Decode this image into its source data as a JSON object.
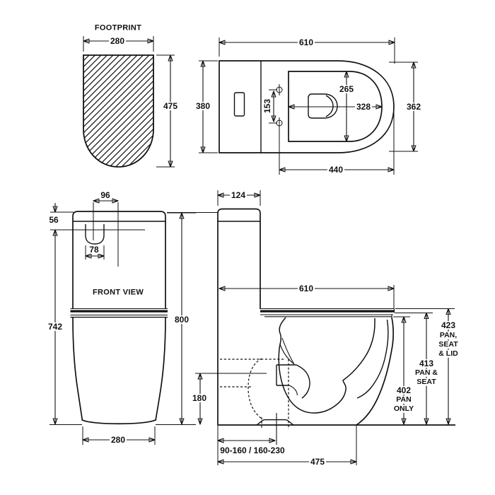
{
  "colors": {
    "line": "#111111",
    "background": "#ffffff"
  },
  "views": {
    "footprint": {
      "title": "FOOTPRINT",
      "width": "280",
      "depth": "475"
    },
    "plan": {
      "overall_width": "610",
      "overall_depth": "380",
      "front_end_depth": "362",
      "seat_opening_depth": "265",
      "seat_opening_width": "328",
      "fixing_hole_spacing": "153",
      "holes_to_front": "440"
    },
    "front": {
      "title": "FRONT VIEW",
      "button_width": "96",
      "lid_height": "56",
      "button_recess_width": "78",
      "height_under_lid": "742",
      "overall_height": "800",
      "base_width": "280"
    },
    "side": {
      "cistern_depth": "124",
      "overall_depth": "610",
      "inlet_height": "180",
      "setout_range": "90-160 / 160-230",
      "base_depth": "475",
      "heights": [
        {
          "value": "423",
          "label": [
            "PAN,",
            "SEAT",
            "& LID"
          ]
        },
        {
          "value": "413",
          "label": [
            "PAN &",
            "SEAT"
          ]
        },
        {
          "value": "402",
          "label": [
            "PAN",
            "ONLY"
          ]
        }
      ]
    }
  }
}
